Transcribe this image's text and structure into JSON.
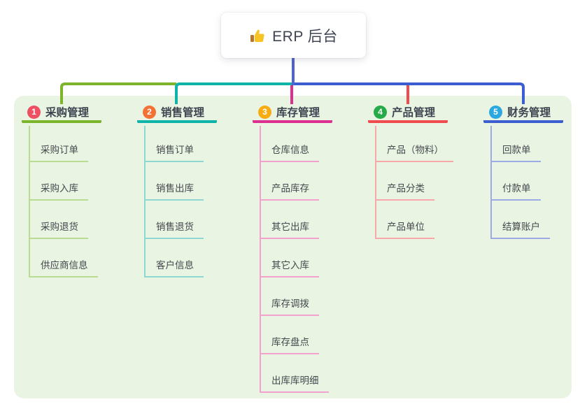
{
  "root": {
    "title": "ERP 后台",
    "icon": "thumbs-up",
    "connector_color": "#4f63d2"
  },
  "panel": {
    "background": "#e9f5e2"
  },
  "branches": [
    {
      "number": "1",
      "label": "采购管理",
      "badge_color": "#ee4f63",
      "line_color": "#7cb52c",
      "child_line_color": "#b9dc92",
      "children": [
        "采购订单",
        "采购入库",
        "采购退货",
        "供应商信息"
      ]
    },
    {
      "number": "2",
      "label": "销售管理",
      "badge_color": "#f47136",
      "line_color": "#0fb3a8",
      "child_line_color": "#8fd8d2",
      "children": [
        "销售订单",
        "销售出库",
        "销售退货",
        "客户信息"
      ]
    },
    {
      "number": "3",
      "label": "库存管理",
      "badge_color": "#f7ac14",
      "line_color": "#dd2f90",
      "child_line_color": "#f2a2cd",
      "children": [
        "仓库信息",
        "产品库存",
        "其它出库",
        "其它入库",
        "库存调拨",
        "库存盘点",
        "出库库明细"
      ]
    },
    {
      "number": "4",
      "label": "产品管理",
      "badge_color": "#27aa48",
      "line_color": "#f04c50",
      "child_line_color": "#f6a8aa",
      "children": [
        "产品（物料）",
        "产品分类",
        "产品单位"
      ]
    },
    {
      "number": "5",
      "label": "财务管理",
      "badge_color": "#2ca8e0",
      "line_color": "#3d5ed1",
      "child_line_color": "#9cabe4",
      "children": [
        "回款单",
        "付款单",
        "结算账户"
      ]
    }
  ]
}
